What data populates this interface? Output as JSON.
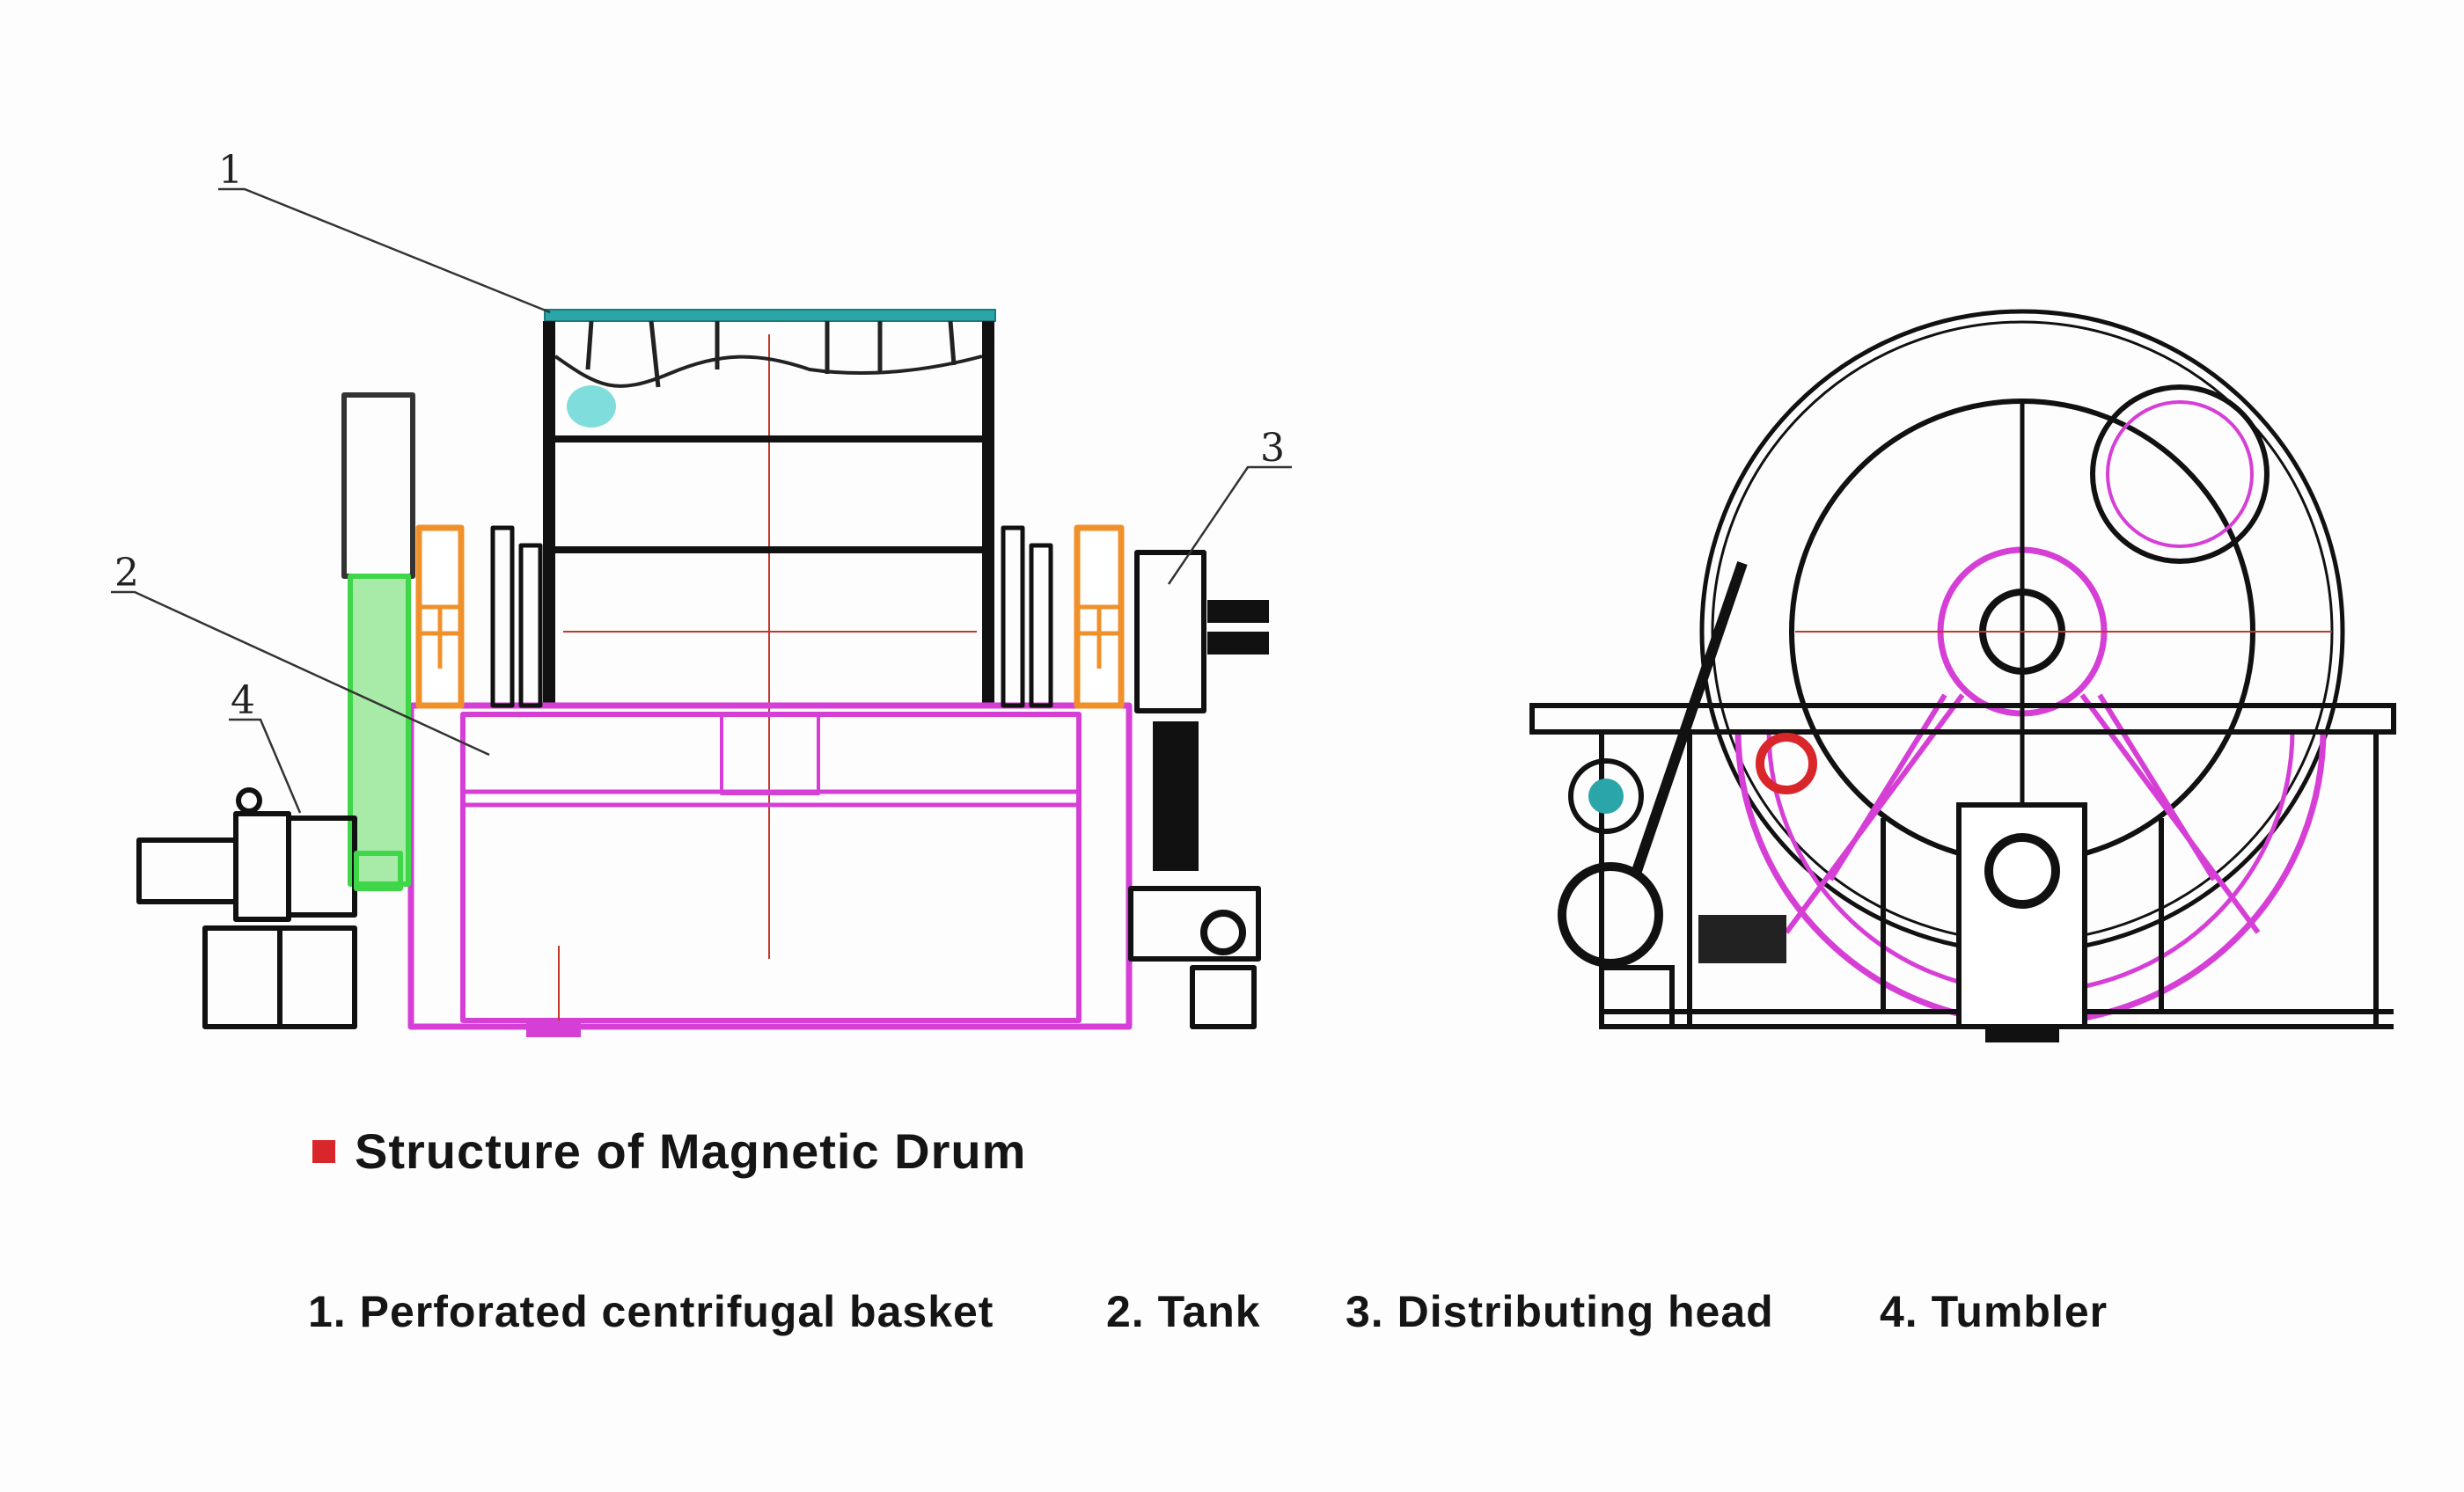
{
  "diagram": {
    "title": "Structure of Magnetic Drum",
    "callouts": [
      "1",
      "2",
      "3",
      "4"
    ],
    "legend": [
      "1. Perforated centrifugal basket",
      "2. Tank",
      "3. Distributing head",
      "4. Tumbler"
    ],
    "colors": {
      "basket_top": "#2aa5a8",
      "tank": "#d63fd6",
      "bearing": "#f0902a",
      "belt": "#3fd64a",
      "frame": "#111111",
      "centerline": "#c0392b",
      "title_marker": "#d9262b"
    }
  }
}
